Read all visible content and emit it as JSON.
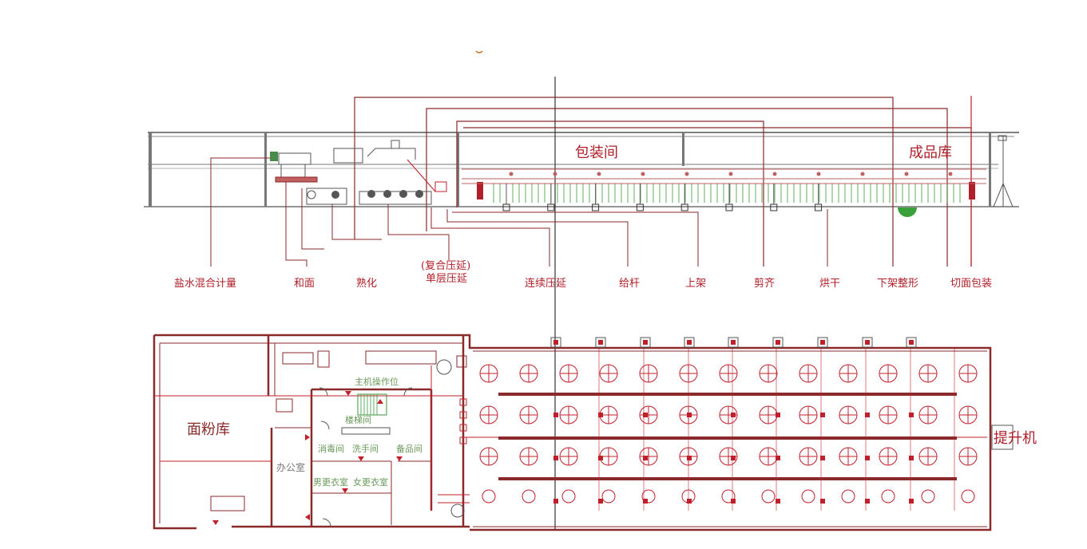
{
  "elevation": {
    "zones": {
      "packing_room": "包装间",
      "finished_storage": "成品库"
    },
    "process_labels": [
      {
        "id": "brine",
        "text": "盐水混合计量"
      },
      {
        "id": "mixing",
        "text": "和面"
      },
      {
        "id": "maturing",
        "text": "熟化"
      },
      {
        "id": "compound",
        "text": "(复合压延)"
      },
      {
        "id": "single",
        "text": "单层压延"
      },
      {
        "id": "continuous",
        "text": "连续压延"
      },
      {
        "id": "feed_rod",
        "text": "给杆"
      },
      {
        "id": "load_rack",
        "text": "上架"
      },
      {
        "id": "trim",
        "text": "剪齐"
      },
      {
        "id": "dry",
        "text": "烘干"
      },
      {
        "id": "unload",
        "text": "下架整形"
      },
      {
        "id": "cut_pack",
        "text": "切面包装"
      }
    ]
  },
  "plan": {
    "rooms": {
      "flour_storage": "面粉库",
      "main_console": "主机操作位",
      "stairs": "楼梯间",
      "disinfect": "消毒间",
      "washroom": "洗手间",
      "spare_parts": "备品间",
      "office": "办公室",
      "male_changing": "男更衣室",
      "female_changing": "女更衣室",
      "elevator": "提升机"
    }
  },
  "colors": {
    "structure": "#8a2a2a",
    "red_line": "#c0202a",
    "dark_line": "#333333",
    "green": "#3a9a3a"
  }
}
